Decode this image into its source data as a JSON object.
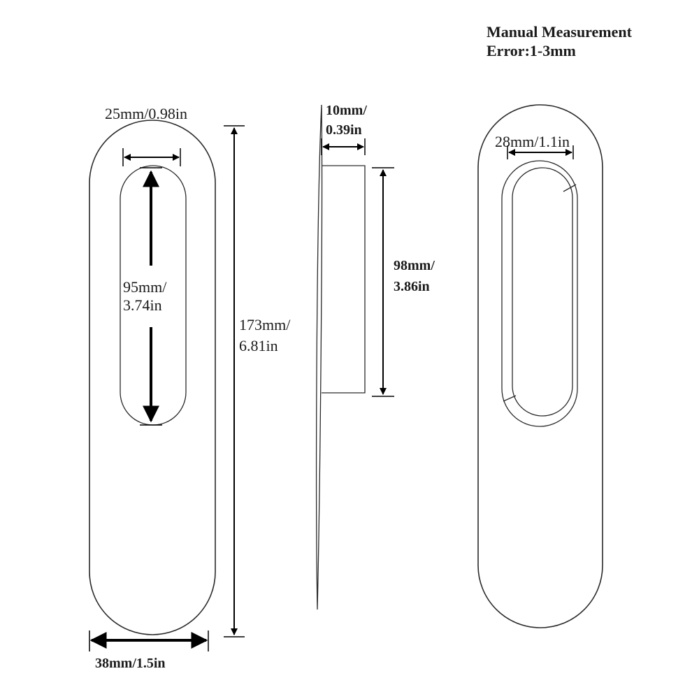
{
  "header": {
    "line1": "Manual Measurement",
    "line2": "Error:1-3mm"
  },
  "front_view": {
    "top_width": {
      "line1": "25mm/0.98in"
    },
    "slot_height": {
      "line1": "95mm/",
      "line2": "3.74in"
    },
    "total_height": {
      "line1": "173mm/",
      "line2": "6.81in"
    },
    "bottom_width": {
      "line1": "38mm/1.5in"
    }
  },
  "side_view": {
    "depth": {
      "line1": "10mm/",
      "line2": "0.39in"
    },
    "body_height": {
      "line1": "98mm/",
      "line2": "3.86in"
    }
  },
  "back_view": {
    "slot_width": {
      "line1": "28mm/1.1in"
    }
  },
  "colors": {
    "ink": "#000000",
    "outline": "#2a2a2a",
    "background": "#ffffff"
  }
}
